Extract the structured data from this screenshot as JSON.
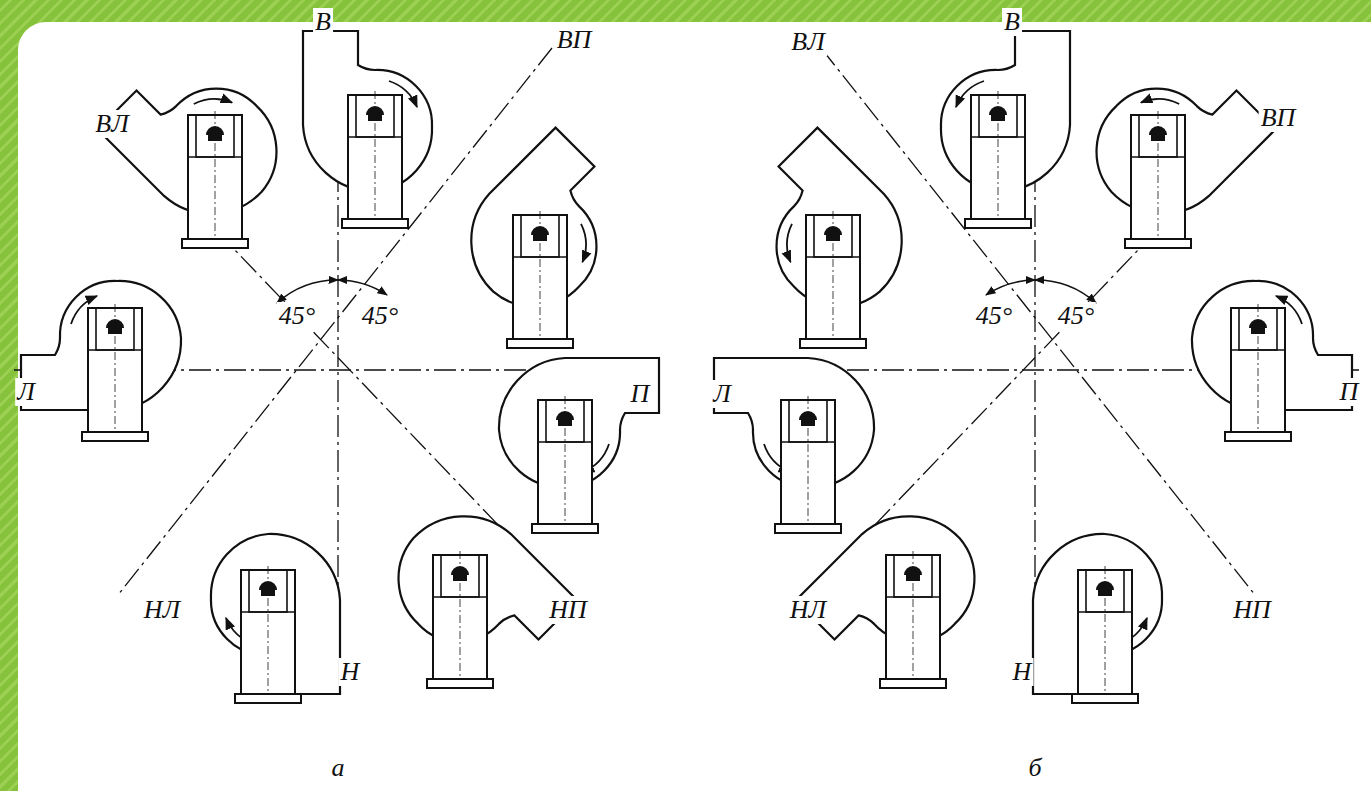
{
  "diagram": {
    "labels": [
      "В",
      "ВЛ",
      "ВП",
      "45°",
      "45°",
      "Л",
      "П",
      "НЛ",
      "НП",
      "Н",
      "а",
      "В",
      "ВЛ",
      "ВП",
      "45°",
      "45°",
      "Л",
      "П",
      "НЛ",
      "НП",
      "Н",
      "б"
    ]
  }
}
